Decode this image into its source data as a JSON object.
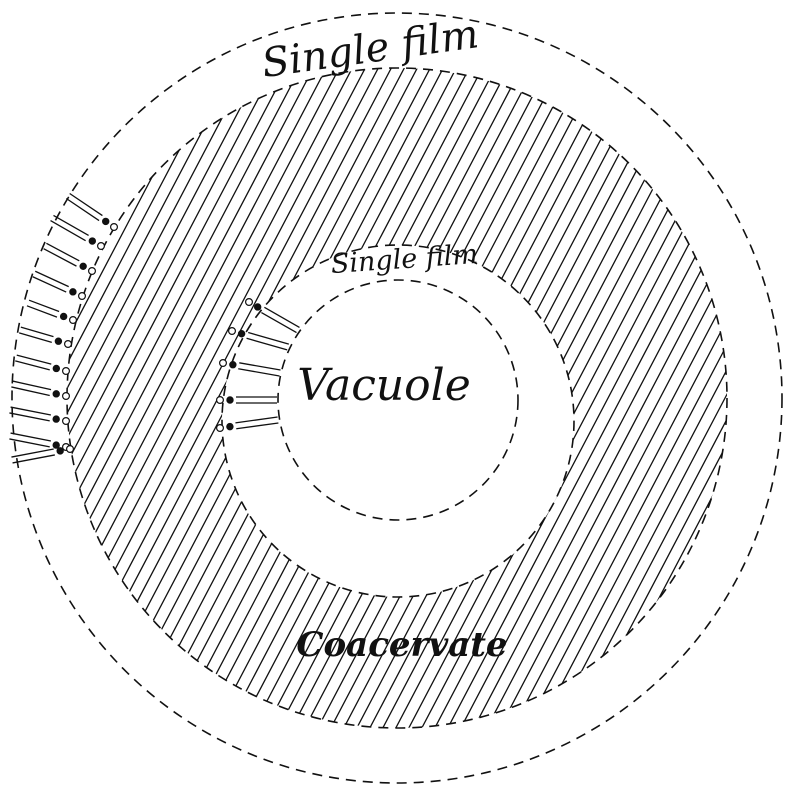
{
  "labels": {
    "outer_film": "Single film",
    "inner_film": "Single film",
    "vacuole": "Vacuole",
    "coacervate": "Coacervate"
  },
  "colors": {
    "ink": "#111111",
    "background": "#ffffff"
  }
}
